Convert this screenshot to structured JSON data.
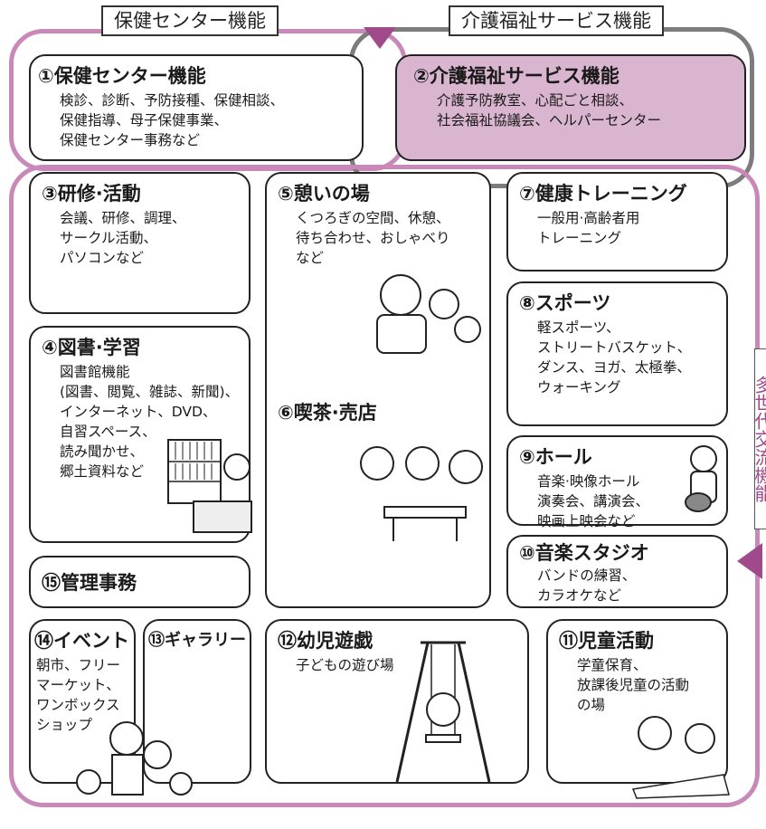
{
  "tags": {
    "health_center": "保健センター機能",
    "welfare": "介護福祉サービス機能",
    "side": "多世代交流機能"
  },
  "boxes": {
    "b1": {
      "title": "①保健センター機能",
      "desc": "検診、診断、予防接種、保健相談、\n保健指導、母子保健事業、\n保健センター事務など"
    },
    "b2": {
      "title": "②介護福祉サービス機能",
      "desc": "介護予防教室、心配ごと相談、\n社会福祉協議会、ヘルパーセンター"
    },
    "b3": {
      "title": "③研修·活動",
      "desc": "会議、研修、調理、\nサークル活動、\nパソコンなど"
    },
    "b4": {
      "title": "④図書·学習",
      "desc": "図書館機能\n(図書、閲覧、雑誌、新聞)、\nインターネット、DVD、\n自習スペース、\n読み聞かせ、\n郷土資料など"
    },
    "b5": {
      "title": "⑤憩いの場",
      "desc": "くつろぎの空間、休憩、\n待ち合わせ、おしゃべり\nなど"
    },
    "b6": {
      "title": "⑥喫茶·売店",
      "desc": ""
    },
    "b7": {
      "title": "⑦健康トレーニング",
      "desc": "一般用·高齢者用\nトレーニング"
    },
    "b8": {
      "title": "⑧スポーツ",
      "desc": "軽スポーツ、\nストリートバスケット、\nダンス、ヨガ、太極拳、\nウォーキング"
    },
    "b9": {
      "title": "⑨ホール",
      "desc": "音楽·映像ホール\n演奏会、講演会、\n映画上映会など"
    },
    "b10": {
      "title": "⑩音楽スタジオ",
      "desc": "バンドの練習、\nカラオケなど"
    },
    "b11": {
      "title": "⑪児童活動",
      "desc": "学童保育、\n放課後児童の活動\nの場"
    },
    "b12": {
      "title": "⑫幼児遊戯",
      "desc": "子どもの遊び場"
    },
    "b13": {
      "title": "⑬ギャラリー",
      "desc": ""
    },
    "b14": {
      "title": "⑭イベント",
      "desc": "朝市、フリー\nマーケット、\nワンボックス\nショップ"
    },
    "b15": {
      "title": "⑮管理事務",
      "desc": ""
    }
  },
  "colors": {
    "pink_frame": "#c889b8",
    "gray_frame": "#7c7c7c",
    "welfare_fill": "#d9b5cf",
    "arrow": "#a04a8c"
  }
}
